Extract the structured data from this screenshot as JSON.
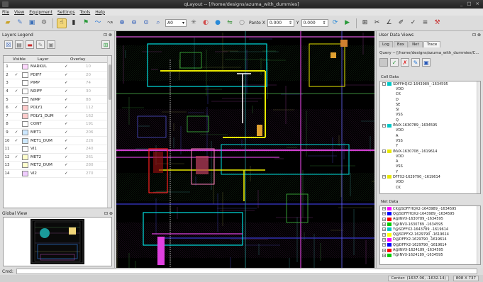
{
  "window": {
    "title": "qLayout -- [/home/designs/azuma_with_dummies]",
    "controls": "_ □ ×"
  },
  "menu": [
    "File",
    "View",
    "Equipment",
    "Settings",
    "Tools",
    "Help"
  ],
  "toolbar": {
    "zoom_value": "A0",
    "pan_x_label": "Panto X",
    "pan_x_value": "0.000",
    "pan_y_label": "Y",
    "pan_y_value": "0.000"
  },
  "layers": {
    "title": "Layers Legend",
    "headers": [
      "",
      "Visible",
      "Layer",
      "Overlay",
      ""
    ],
    "rows": [
      {
        "n": "1",
        "vis": "",
        "color": "#ffd8ff",
        "name": "MARKUL",
        "ov": "✓",
        "num": "10"
      },
      {
        "n": "2",
        "vis": "✓",
        "color": "#ffffff",
        "name": "PDIFF",
        "ov": "✓",
        "num": "20"
      },
      {
        "n": "3",
        "vis": "",
        "color": "#ffffff",
        "name": "PIMP",
        "ov": "✓",
        "num": "74"
      },
      {
        "n": "4",
        "vis": "✓",
        "color": "#ffffff",
        "name": "NDIFF",
        "ov": "✓",
        "num": "30"
      },
      {
        "n": "5",
        "vis": "",
        "color": "#ffffff",
        "name": "NIMP",
        "ov": "✓",
        "num": "88"
      },
      {
        "n": "6",
        "vis": "✓",
        "color": "#ffcccc",
        "name": "POLY1",
        "ov": "✓",
        "num": "112"
      },
      {
        "n": "7",
        "vis": "",
        "color": "#ffcccc",
        "name": "POLY1_DUM",
        "ov": "✓",
        "num": "162"
      },
      {
        "n": "8",
        "vis": "",
        "color": "#ffffff",
        "name": "CONT",
        "ov": "✓",
        "num": "191"
      },
      {
        "n": "9",
        "vis": "✓",
        "color": "#cce8ff",
        "name": "MET1",
        "ov": "✓",
        "num": "206"
      },
      {
        "n": "10",
        "vis": "✓",
        "color": "#cce8ff",
        "name": "MET1_DUM",
        "ov": "✓",
        "num": "226"
      },
      {
        "n": "11",
        "vis": "",
        "color": "#ffffff",
        "name": "VI1",
        "ov": "✓",
        "num": "240"
      },
      {
        "n": "12",
        "vis": "✓",
        "color": "#ffffcc",
        "name": "MET2",
        "ov": "✓",
        "num": "261"
      },
      {
        "n": "13",
        "vis": "",
        "color": "#ffffcc",
        "name": "MET2_DUM",
        "ov": "✓",
        "num": "280"
      },
      {
        "n": "14",
        "vis": "",
        "color": "#f0ccff",
        "name": "VI2",
        "ov": "✓",
        "num": "270"
      }
    ]
  },
  "global_view": {
    "title": "Global View"
  },
  "user_data": {
    "title": "User Data Views",
    "tabs": [
      "Log",
      "Box",
      "Net",
      "Trace"
    ],
    "active_tab": "Trace",
    "query": "Query -- [/home/designs/azuma_with_dummies/C...",
    "cell_data_title": "Cell Data",
    "cell_tree": [
      {
        "kind": "node",
        "color": "#00c8c8",
        "label": "SDFFHQX2-1643989_-1634595"
      },
      {
        "kind": "leaf",
        "label": "VDD"
      },
      {
        "kind": "leaf",
        "label": "CK"
      },
      {
        "kind": "leaf",
        "label": "D"
      },
      {
        "kind": "leaf",
        "label": "SE"
      },
      {
        "kind": "leaf",
        "label": "SI"
      },
      {
        "kind": "leaf",
        "label": "VSS"
      },
      {
        "kind": "leaf",
        "label": "Q"
      },
      {
        "kind": "node",
        "color": "#00c8c8",
        "label": "INVX-1630789_-1634595"
      },
      {
        "kind": "leaf",
        "label": "VDD"
      },
      {
        "kind": "leaf",
        "label": "A"
      },
      {
        "kind": "leaf",
        "label": "VSS"
      },
      {
        "kind": "leaf",
        "label": "Y"
      },
      {
        "kind": "node",
        "color": "#e8e800",
        "label": "INVX-1630708_-1619614"
      },
      {
        "kind": "leaf",
        "label": "VDD"
      },
      {
        "kind": "leaf",
        "label": "A"
      },
      {
        "kind": "leaf",
        "label": "VSS"
      },
      {
        "kind": "leaf",
        "label": "Y"
      },
      {
        "kind": "node",
        "color": "#e8e800",
        "label": "DFFX2-1629790_-1619614"
      },
      {
        "kind": "leaf",
        "label": "VDD"
      },
      {
        "kind": "leaf",
        "label": "CK"
      }
    ],
    "net_data_title": "Net Data",
    "net_tree": [
      {
        "color": "#ff00ff",
        "label": "CK@SDFFHQX2-1643989_-1634595"
      },
      {
        "color": "#0000ff",
        "label": "Q@SDFFHQX2-1643989_-1634595"
      },
      {
        "color": "#ff0000",
        "label": "A@INVX-1630789_-1634595"
      },
      {
        "color": "#00cc00",
        "label": "Y@INVX-1630789_-1634595"
      },
      {
        "color": "#00c8c8",
        "label": "Y@SDFFX2-1643789_-1619614"
      },
      {
        "color": "#ffff00",
        "label": "Q@SDFFX2-1629790_-1619614"
      },
      {
        "color": "#ff00ff",
        "label": "D@DFFX2-1629790_-1619614"
      },
      {
        "color": "#0000ff",
        "label": "Q@DFFX2-1629790_-1619614"
      },
      {
        "color": "#ff0000",
        "label": "A@INVX-1624189_-1634595"
      },
      {
        "color": "#00cc00",
        "label": "Y@INVX-1624189_-1634595"
      }
    ]
  },
  "command": {
    "label": "Cmd:"
  },
  "status": {
    "center": "Center: (1637.06, -1632.14)",
    "size": "808 X 737"
  }
}
